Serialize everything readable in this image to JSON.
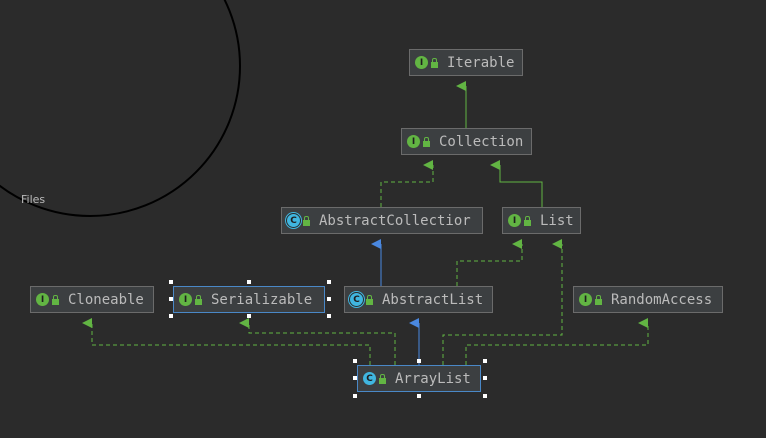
{
  "nodes": {
    "iterable": {
      "label": "Iterable",
      "kind": "I"
    },
    "collection": {
      "label": "Collection",
      "kind": "I"
    },
    "abstract_collection": {
      "label": "AbstractCollectior",
      "kind": "C"
    },
    "list": {
      "label": "List",
      "kind": "I"
    },
    "cloneable": {
      "label": "Cloneable",
      "kind": "I"
    },
    "serializable": {
      "label": "Serializable",
      "kind": "I"
    },
    "abstract_list": {
      "label": "AbstractList",
      "kind": "C"
    },
    "random_access": {
      "label": "RandomAccess",
      "kind": "I"
    },
    "array_list": {
      "label": "ArrayList",
      "kind": "C"
    }
  },
  "lens_label": "Files",
  "colors": {
    "background": "#2b2b2b",
    "node_bg": "#3c3f41",
    "interface_icon": "#62b543",
    "class_icon": "#40b6e0",
    "extends_arrow": "#62b543",
    "class_extends_arrow": "#4a88e0",
    "selection": "#4a88c7"
  }
}
